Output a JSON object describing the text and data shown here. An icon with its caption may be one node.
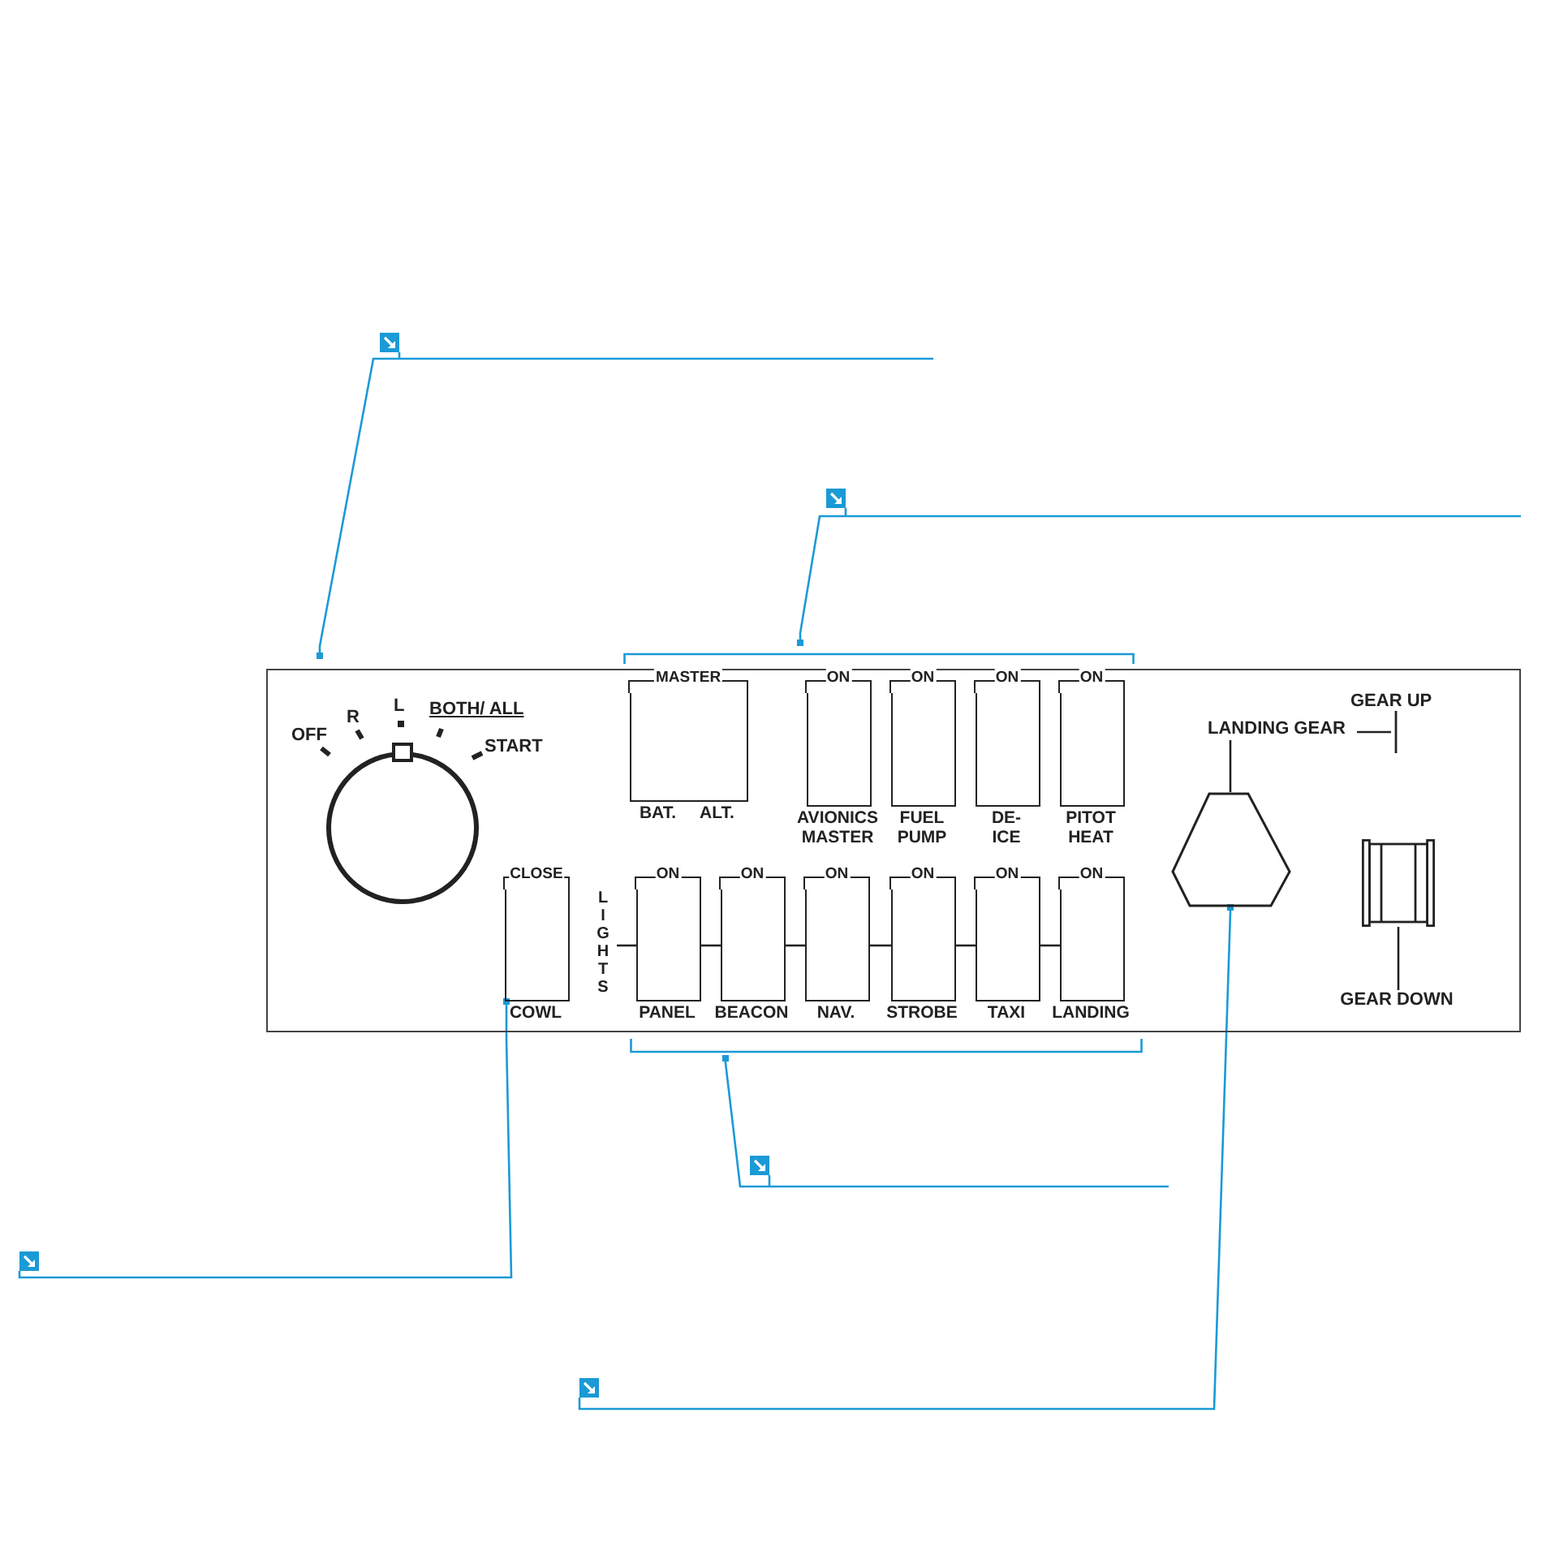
{
  "diagram": {
    "nodes": [
      {
        "text": [],
        "shape": "box"
      },
      {
        "text": [],
        "shape": "box"
      },
      {
        "text": [],
        "shape": "bracket"
      },
      {
        "text": [],
        "shape": "box"
      },
      {
        "text": [
          "OFF",
          "R",
          "L",
          "BOTH/ ALL",
          "START"
        ],
        "in": 3
      },
      {
        "text": [
          "MASTER",
          "BAT.",
          "ALT."
        ],
        "in": 3
      },
      {
        "text": [
          "ON",
          "AVIONICS MASTER"
        ],
        "in": 3
      },
      {
        "text": [
          "ON",
          "FUEL PUMP"
        ],
        "in": 3
      },
      {
        "text": [
          "ON",
          "DE-ICE"
        ],
        "in": 3
      },
      {
        "text": [
          "ON",
          "PITOT HEAT"
        ],
        "in": 3
      },
      {
        "text": [
          "LANDING GEAR"
        ],
        "in": 3
      },
      {
        "text": [],
        "shape": "bar",
        "in": 3
      },
      {
        "text": [],
        "shape": "hexagon",
        "in": 3
      },
      {
        "text": [],
        "shape": "cylinder",
        "in": 3
      },
      {
        "text": [
          "CLOSE",
          "COWL"
        ],
        "in": 3
      },
      {
        "text": [
          "LIGHTS"
        ],
        "in": 3
      },
      {
        "text": [
          "ON",
          "PANEL"
        ],
        "in": 3
      },
      {
        "text": [
          "ON",
          "BEACON"
        ],
        "in": 3
      },
      {
        "text": [
          "ON",
          "NAV."
        ],
        "in": 3
      },
      {
        "text": [
          "ON",
          "STROBE"
        ],
        "in": 3
      },
      {
        "text": [
          "ON",
          "TAXI"
        ],
        "in": 3
      },
      {
        "text": [
          "ON",
          "LANDING"
        ],
        "in": 3
      },
      {
        "text": [
          "GEAR DOWN"
        ],
        "in": 3
      },
      {
        "text": [],
        "shape": "bracket"
      },
      {
        "text": [],
        "shape": "box"
      },
      {
        "text": [],
        "shape": "box"
      },
      {
        "text": [],
        "shape": "box"
      }
    ],
    "edges": [
      {
        "from": 0,
        "to": 4,
        "arrow": "other",
        "color": "#1a9ad6"
      },
      {
        "from": 1,
        "to": 2,
        "arrow": "other",
        "color": "#1a9ad6"
      },
      {
        "from": 10,
        "to": 12,
        "arrow": "none"
      },
      {
        "from": 10,
        "to": 11,
        "arrow": "none"
      },
      {
        "from": 22,
        "to": 13,
        "arrow": "none"
      },
      {
        "from": 15,
        "to": 16,
        "arrow": "none"
      },
      {
        "from": 16,
        "to": 17,
        "arrow": "none"
      },
      {
        "from": 17,
        "to": 18,
        "arrow": "none"
      },
      {
        "from": 18,
        "to": 19,
        "arrow": "none"
      },
      {
        "from": 19,
        "to": 20,
        "arrow": "none"
      },
      {
        "from": 20,
        "to": 21,
        "arrow": "none"
      },
      {
        "from": 24,
        "to": 14,
        "arrow": "other",
        "color": "#1a9ad6"
      },
      {
        "from": 25,
        "to": 23,
        "arrow": "other",
        "color": "#1a9ad6"
      },
      {
        "from": 26,
        "to": 12,
        "arrow": "other",
        "color": "#1a9ad6"
      }
    ],
    "labels": [
      "GEAR UP"
    ]
  }
}
